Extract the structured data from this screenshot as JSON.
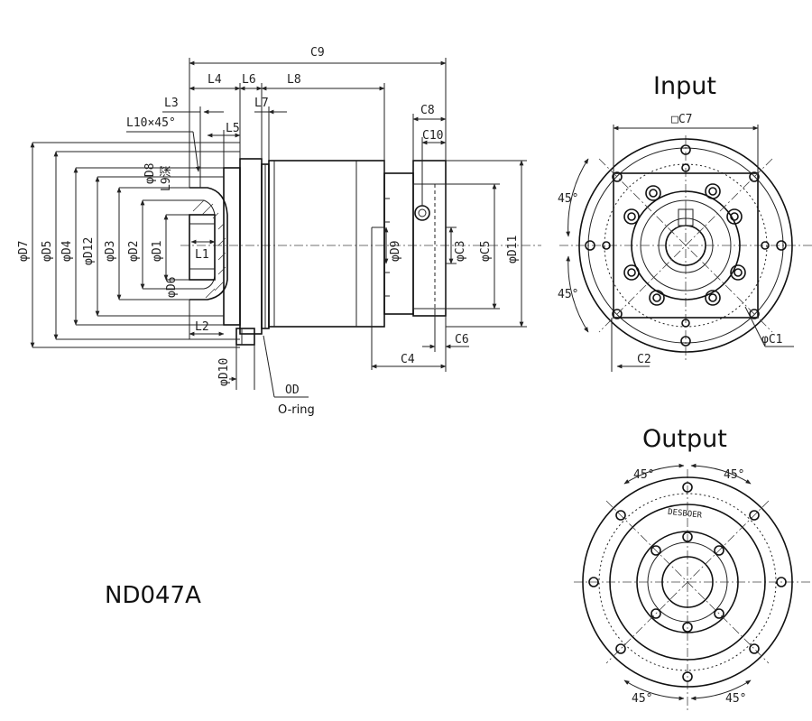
{
  "views": {
    "input_title": "Input",
    "output_title": "Output",
    "model": "ND047A",
    "oring": "O-ring",
    "brand": "DESBOER"
  },
  "dims": {
    "C9": "C9",
    "L4": "L4",
    "L6": "L6",
    "L8": "L8",
    "L3": "L3",
    "L7": "L7",
    "L10x45": "L10×45°",
    "L5": "L5",
    "C8": "C8",
    "C10": "C10",
    "D8": "φD8",
    "L9": "L9深",
    "D7": "φD7",
    "D5": "φD5",
    "D4": "φD4",
    "D12": "φD12",
    "D3": "φD3",
    "D2": "φD2",
    "D1": "φD1",
    "L1": "L1",
    "D6": "φD6",
    "L2": "L2",
    "D10": "φD10",
    "OD": "OD",
    "D9": "φD9",
    "C3": "φC3",
    "C5": "φC5",
    "D11": "φD11",
    "C4": "C4",
    "C6": "C6",
    "C7": "□C7",
    "C1": "φC1",
    "C2": "C2",
    "deg45": "45°"
  }
}
